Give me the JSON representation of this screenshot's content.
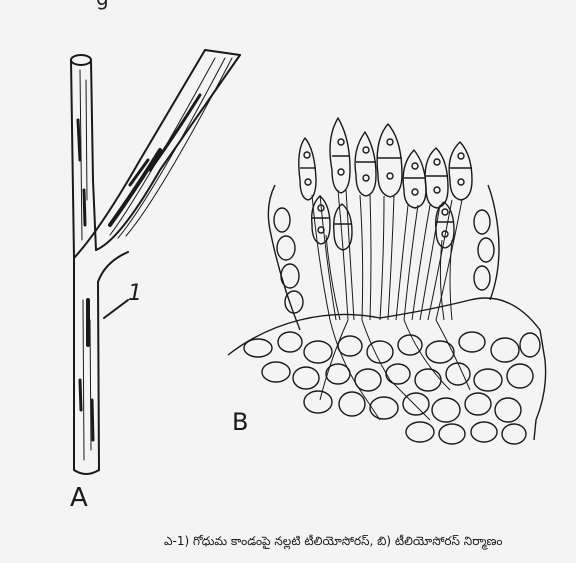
{
  "top_fragment": "g",
  "figure": {
    "labels": {
      "stem": "A",
      "pointer": "1",
      "section": "B"
    },
    "caption": "ఎ-1) గోధుమ కాండంపై నల్లటి టీలియోసోరస్, బి) టీలియోసోరస్ నిర్మాణం"
  },
  "colors": {
    "ink": "#1a1a1a",
    "paper": "#f4f4f4"
  }
}
